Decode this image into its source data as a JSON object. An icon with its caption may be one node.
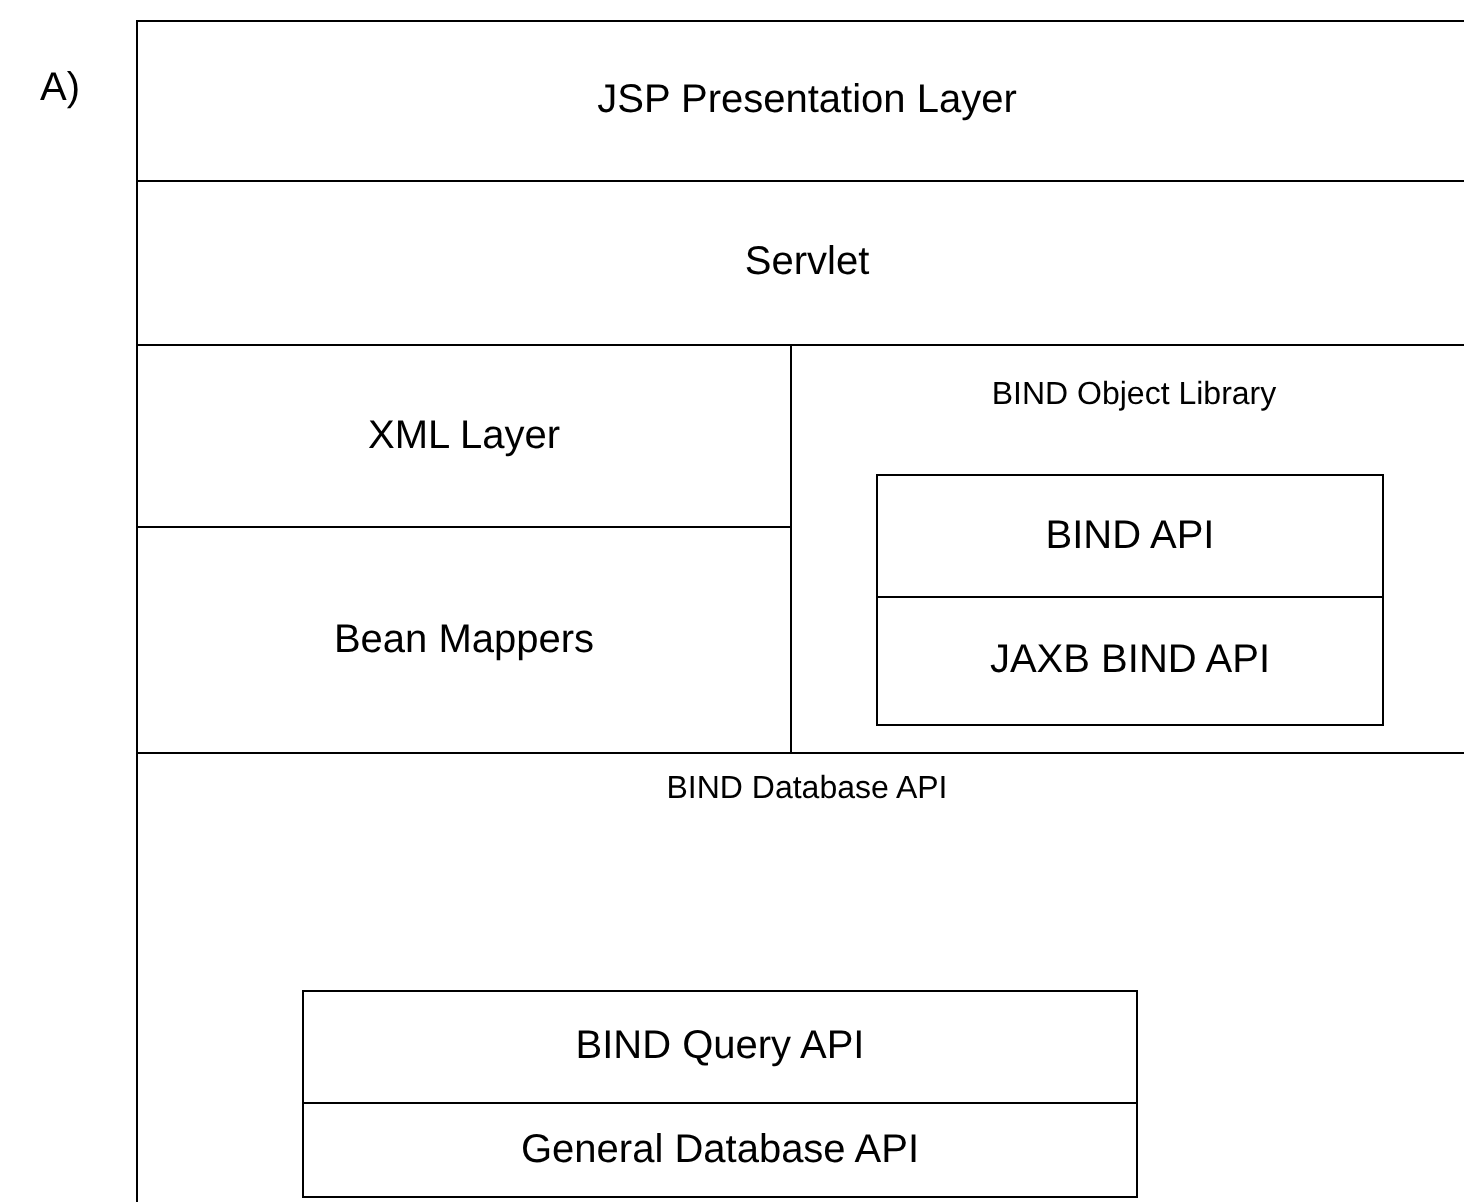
{
  "diagram": {
    "nodes": [
      {
        "text": [
          "JSP Presentation Layer"
        ]
      },
      {
        "text": [
          "Servlet"
        ]
      },
      {
        "text": [
          "XML Layer"
        ]
      },
      {
        "text": [
          "Bean Mappers"
        ]
      },
      {
        "text": [
          "BIND Object Library"
        ]
      },
      {
        "text": [
          "BIND API"
        ],
        "in": 4
      },
      {
        "text": [
          "JAXB BIND API"
        ],
        "in": 4
      },
      {
        "text": [
          "BIND Database API"
        ]
      },
      {
        "text": [
          "BIND Query API"
        ],
        "in": 7
      },
      {
        "text": [
          "General Database API"
        ],
        "in": 7
      }
    ],
    "labels": [
      "A)"
    ]
  }
}
